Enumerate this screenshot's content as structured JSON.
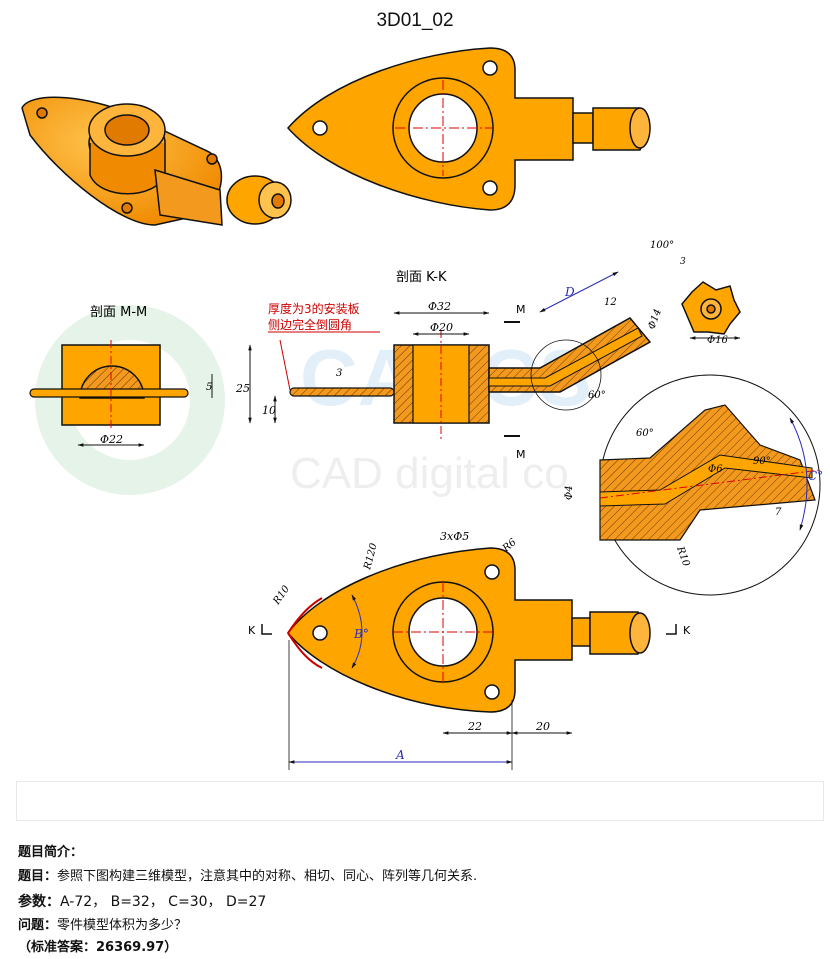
{
  "title": "3D01_02",
  "drawing": {
    "section_mm": "剖面 M-M",
    "section_kk": "剖面 K-K",
    "note_line1": "厚度为3的安装板",
    "note_line2": "侧边完全倒圆角",
    "watermark_brand": "CATICS",
    "watermark_sub": "CAD digital co",
    "labels": {
      "d32": "Φ32",
      "d20": "Φ20",
      "d22": "Φ22",
      "d14": "Φ14",
      "d16": "Φ16",
      "d4": "Φ4",
      "d6": "Φ6",
      "h25": "25",
      "h10": "10",
      "h3": "3",
      "h5": "5",
      "h7": "7",
      "h3top": "3",
      "dimD": "D",
      "d12": "12",
      "a60": "60°",
      "a60b": "60°",
      "a90": "90°",
      "a100": "100°",
      "dimC": "C°",
      "r10a": "R10",
      "r10b": "R10",
      "r120": "R120",
      "r6": "R6",
      "holes": "3xΦ5",
      "dimB": "B°",
      "dimA": "A",
      "d22b": "22",
      "d20b": "20",
      "M": "M",
      "K": "K"
    }
  },
  "info": {
    "intro_heading": "题目简介：",
    "topic_label": "题目：",
    "topic_text": "参照下图构建三维模型，注意其中的对称、相切、同心、阵列等几何关系.",
    "params_label": "参数：",
    "params_text": "A-72， B=32， C=30， D=27",
    "question_label": "问题：",
    "question_text": "零件模型体积为多少？",
    "answer_text": "（标准答案：26369.97）"
  },
  "colors": {
    "part": "#ffa500",
    "part_dark": "#e07a00",
    "dim": "#2b2bb8",
    "note": "#cc0000",
    "center": "#e00000"
  }
}
